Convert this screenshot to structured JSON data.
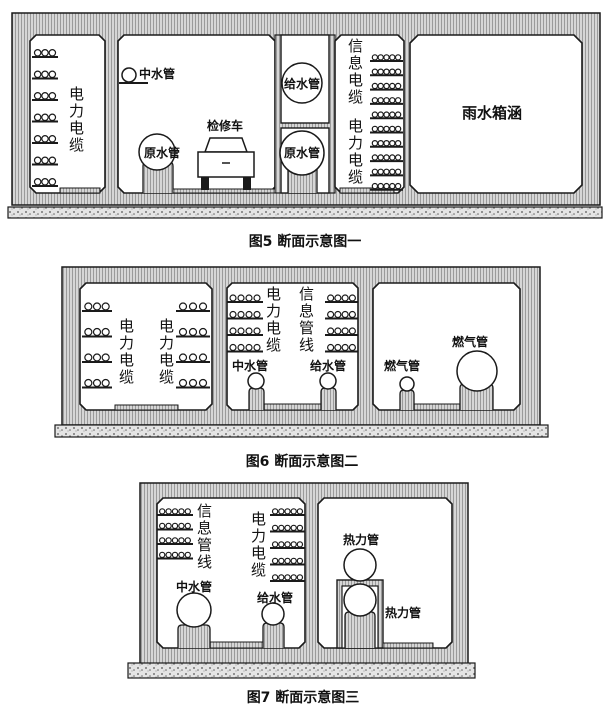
{
  "figures": [
    {
      "caption": "图5 断面示意图一",
      "labels": {
        "power_cable_left": "电力电缆",
        "reclaimed_pipe": "中水管",
        "raw_pipe_left": "原水管",
        "service_vehicle": "检修车",
        "supply_pipe": "给水管",
        "raw_pipe_right": "原水管",
        "info_cable": "信息电缆",
        "power_cable_right": "电力电缆",
        "rain_culvert": "雨水箱涵"
      }
    },
    {
      "caption": "图6 断面示意图二",
      "labels": {
        "power_cable_a": "电力电缆",
        "power_cable_b": "电力电缆",
        "power_cable_c": "电力电缆",
        "info_line": "信息管线",
        "reclaimed_pipe": "中水管",
        "supply_pipe": "给水管",
        "gas_pipe_small": "燃气管",
        "gas_pipe_large": "燃气管"
      }
    },
    {
      "caption": "图7 断面示意图三",
      "labels": {
        "info_line": "信息管线",
        "power_cable": "电力电缆",
        "reclaimed_pipe": "中水管",
        "supply_pipe": "给水管",
        "heat_pipe_top": "热力管",
        "heat_pipe_bottom": "热力管"
      }
    }
  ],
  "colors": {
    "concrete": "#c9c9c9",
    "line": "#1a1a1a"
  }
}
